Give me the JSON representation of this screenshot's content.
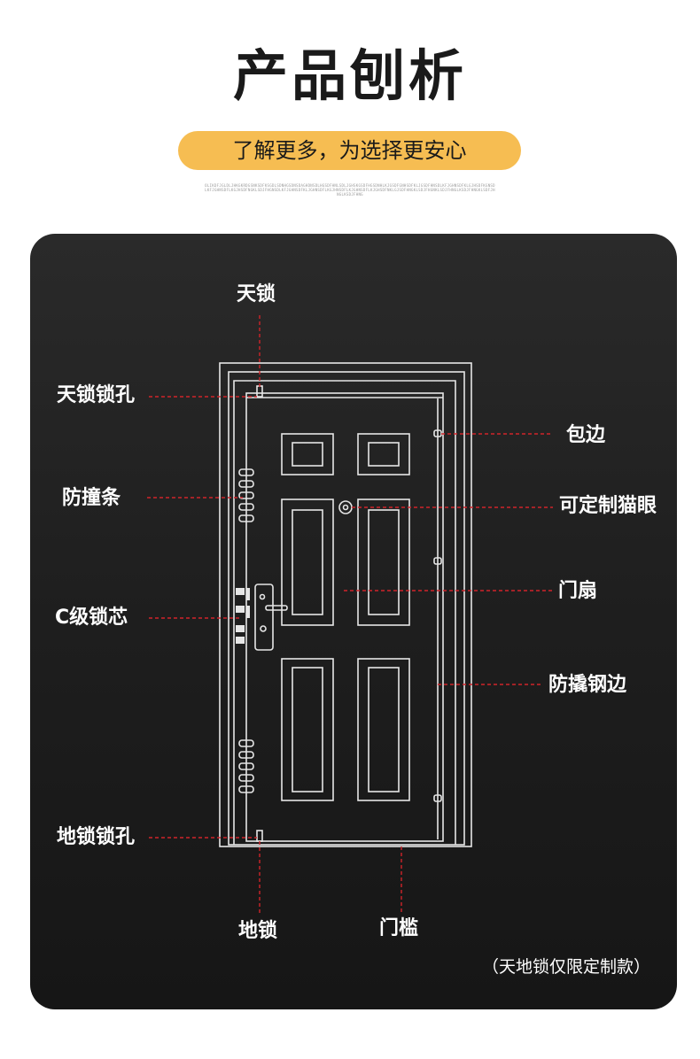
{
  "header": {
    "title": "产品刨析",
    "subtitle": "了解更多，为选择更安心",
    "fine_print": "OLIKDFJGLDLJHKGKRDGSNKSDFKSGDLSDNHGSDNSDAGHDNSDLHGSDFHNLSDLJGHSKGSDFHGSDNHLKJGSDFGNHSDFKLJGSDFHNSDLKFJGHNSDFKLGJHSDFKGNSDLKFJGHNSDFLKGJHSDFNGKLSDJFHGNSDLKFJGHNSDFKLJGHNSDFLKGJHNSDFLKJGHNSDFLKJGHSDFNKLGJSDFHNGKLSDJFHGNKLSDJFHNGLKSDJFHNGKLSDFJHNGLKSDJFHNG"
  },
  "labels": {
    "top_lock": "天锁",
    "top_lock_hole": "天锁锁孔",
    "anti_collision_strip": "防撞条",
    "lock_core": "C级锁芯",
    "bottom_lock_hole": "地锁锁孔",
    "bottom_lock": "地锁",
    "threshold": "门槛",
    "edge_wrap": "包边",
    "peephole": "可定制猫眼",
    "door_leaf": "门扇",
    "anti_pry_steel_edge": "防撬钢边"
  },
  "note": "（天地锁仅限定制款）",
  "colors": {
    "accent_pill": "#f6bd52",
    "panel_dark": "#1e1e1e",
    "leader_line": "#d0242a",
    "door_outline": "#e6e6e6"
  }
}
